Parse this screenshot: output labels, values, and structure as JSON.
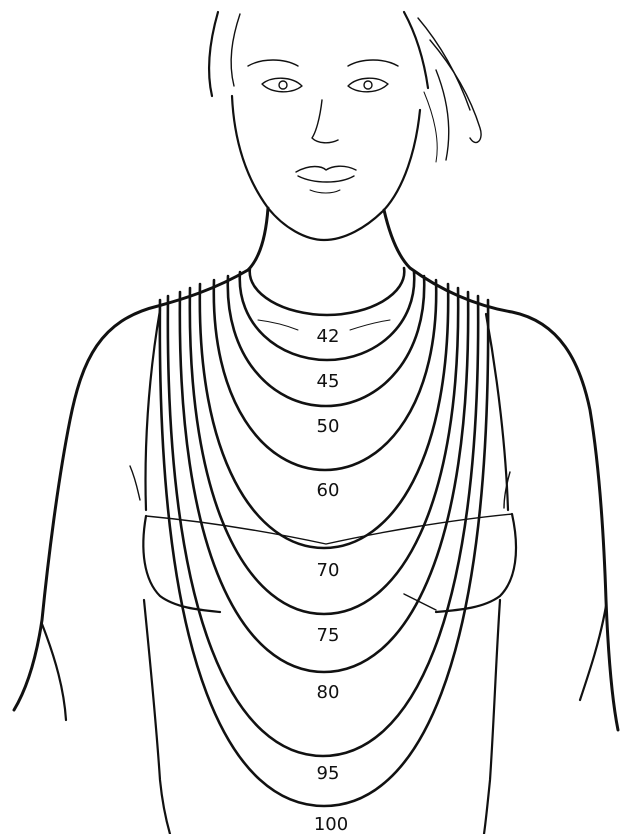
{
  "necklace_lengths": [
    {
      "value": "42"
    },
    {
      "value": "45"
    },
    {
      "value": "50"
    },
    {
      "value": "60"
    },
    {
      "value": "70"
    },
    {
      "value": "75"
    },
    {
      "value": "80"
    },
    {
      "value": "95"
    },
    {
      "value": "100"
    }
  ]
}
